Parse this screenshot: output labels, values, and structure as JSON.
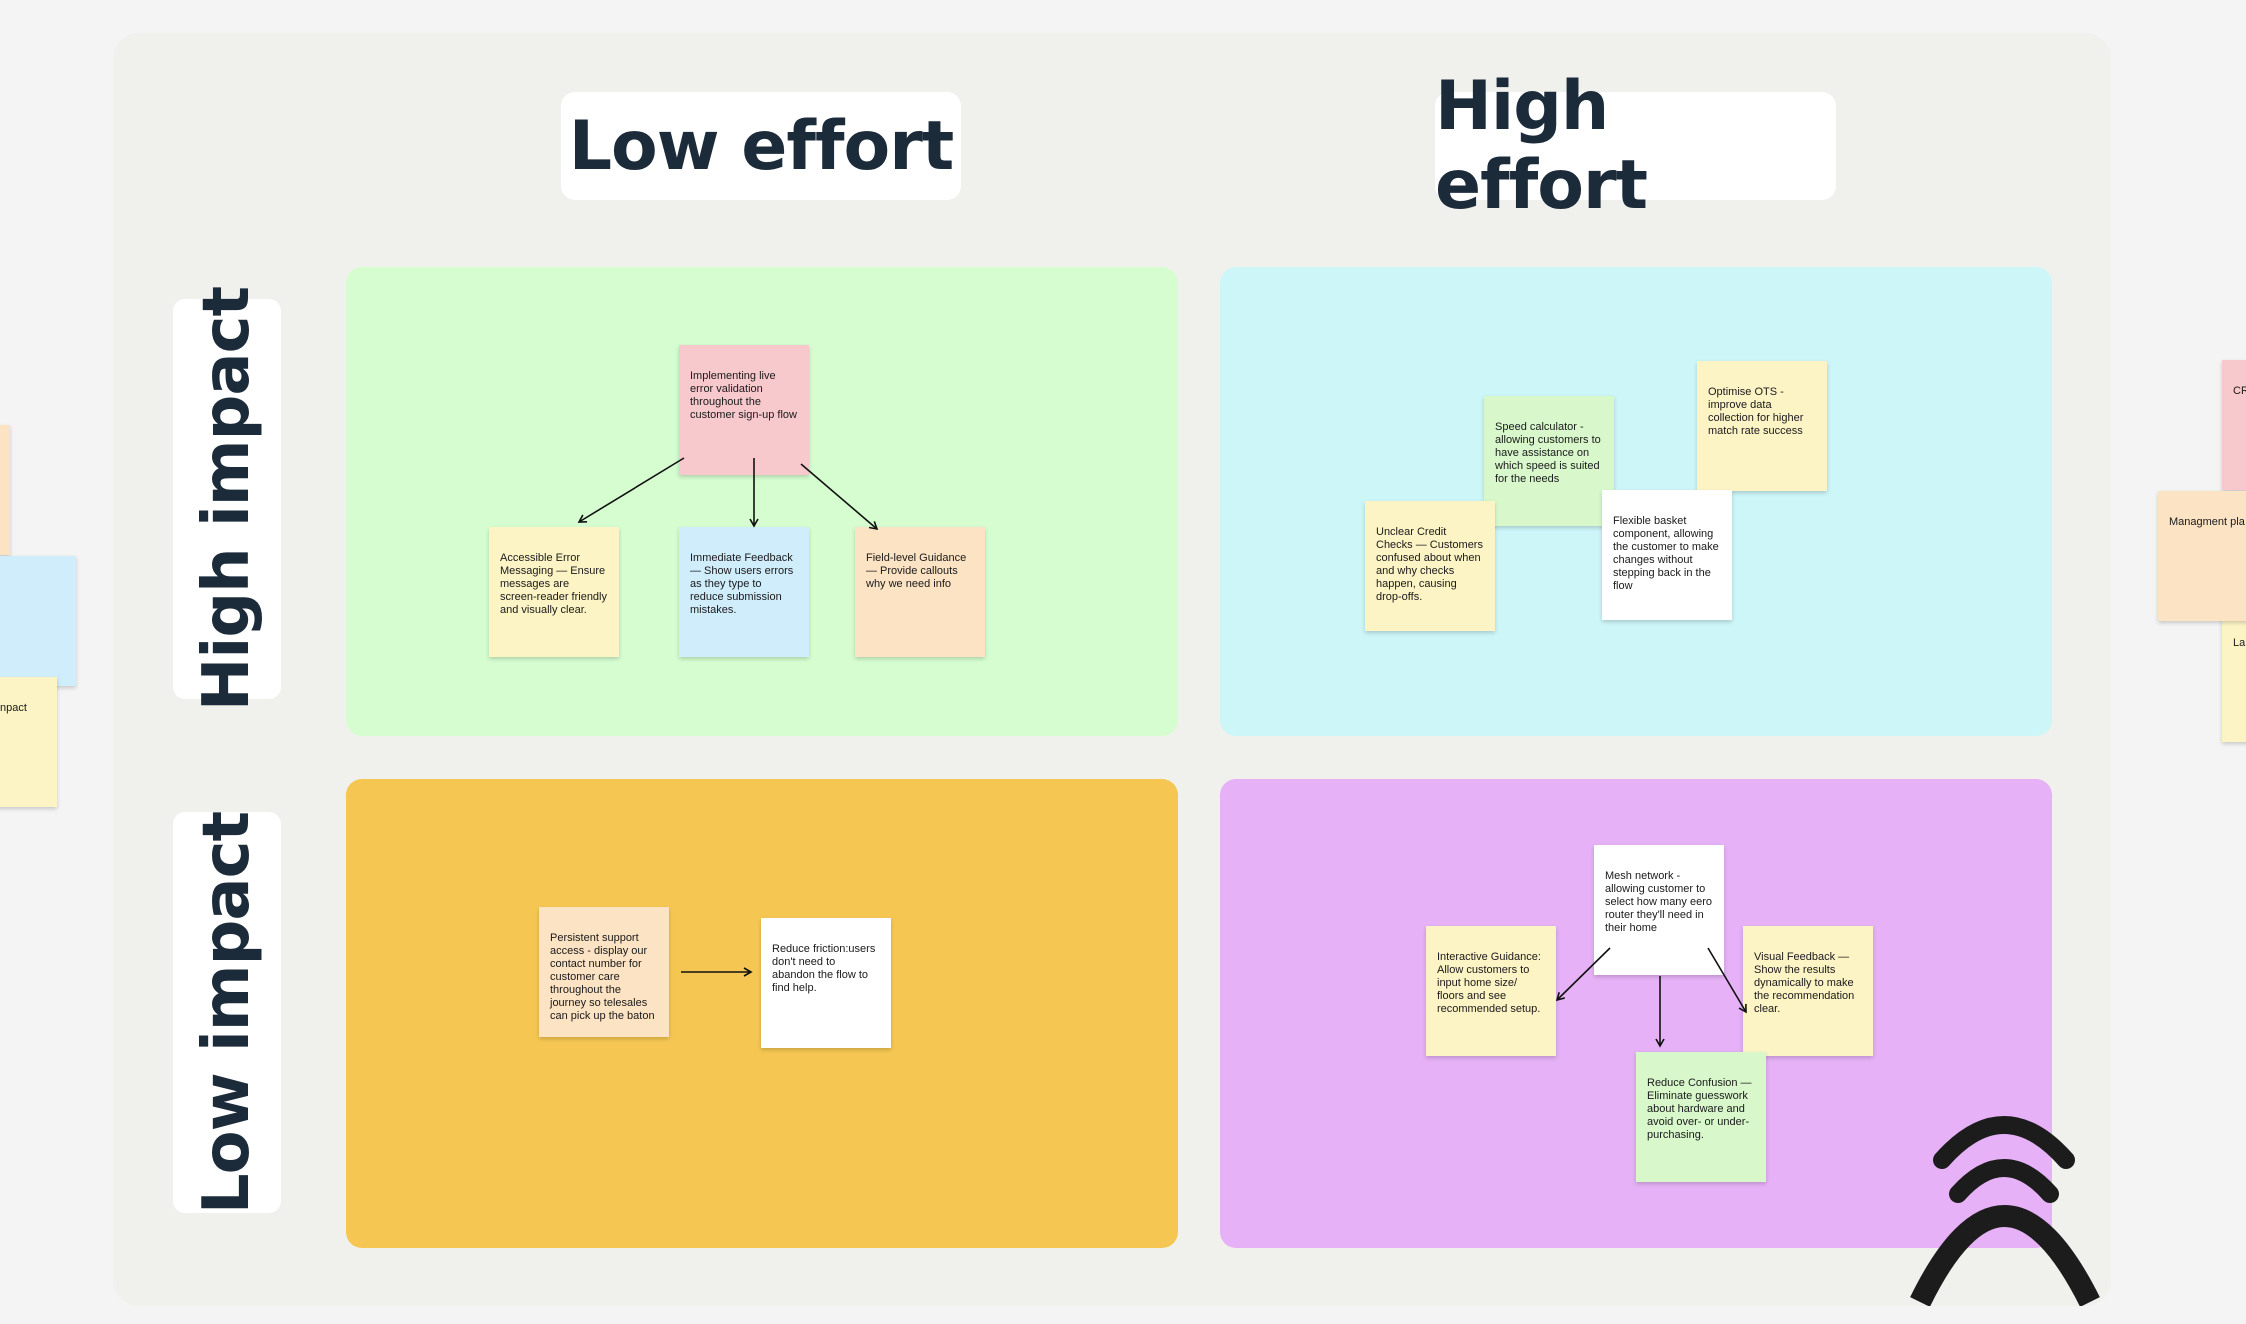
{
  "board": {
    "columns": [
      {
        "label": "Low effort"
      },
      {
        "label": "High effort"
      }
    ],
    "rows": [
      {
        "label": "High impact"
      },
      {
        "label": "Low impact"
      }
    ],
    "quadrant_colors": {
      "high_impact_low_effort": "#d6fdd0",
      "high_impact_high_effort": "#cdf6f9",
      "low_impact_low_effort": "#f5c752",
      "low_impact_high_effort": "#e6b1f6"
    },
    "notes": {
      "live_validation": "Implementing live error validation throughout the customer sign-up flow",
      "accessible_error": "Accessible Error Messaging — Ensure messages are screen-reader friendly and visually clear.",
      "immediate_feedback": "Immediate Feedback — Show users errors as they type to reduce submission mistakes.",
      "field_guidance": "Field-level Guidance — Provide callouts why we need info",
      "speed_calculator": "Speed calculator - allowing customers to have assistance on which speed is suited for the needs",
      "optimise_ots": "Optimise OTS - improve data collection for higher match rate success",
      "unclear_credit": "Unclear Credit Checks — Customers confused about when and why checks happen, causing drop-offs.",
      "flexible_basket": "Flexible basket component, allowing the customer to make changes without stepping back in the flow",
      "persistent_support": "Persistent support access - display our contact number for customer care throughout the journey so telesales can pick up the baton",
      "reduce_friction": "Reduce friction:users don't need to abandon the flow to find help.",
      "mesh_network": "Mesh network - allowing customer to select how many eero router they'll need in their home",
      "interactive_guidance": "Interactive Guidance: Allow customers to input home size/ floors and see recommended setup.",
      "visual_feedback": "Visual Feedback — Show the results dynamically to make the recommendation clear.",
      "reduce_confusion": "Reduce Confusion — Eliminate guesswork about hardware and avoid over- or under-purchasing."
    },
    "offscreen_notes": {
      "left_impact": "npact",
      "right_cr": "CR",
      "right_management": "Managment pla",
      "right_la": "La"
    }
  }
}
